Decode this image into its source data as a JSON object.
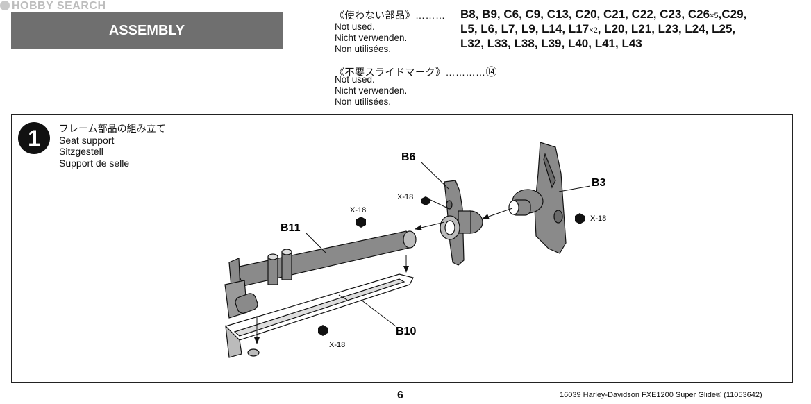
{
  "watermark": "HOBBY SEARCH",
  "header": {
    "title": "ASSEMBLY"
  },
  "not_used_1": {
    "jp": "《使わない部品》",
    "dots": "………",
    "en": "Not used.",
    "de": "Nicht verwenden.",
    "fr": "Non utilisées.",
    "parts_line1": "B8, B9, C6, C9, C13, C20, C21, C22, C23, C26",
    "parts_line1_mult": "×5",
    "parts_line1_end": ",C29,",
    "parts_line2a": "L5, L6, L7, L9, L14, L17",
    "parts_line2_mult": "×2",
    "parts_line2b": ", L20, L21, L23, L24, L25,",
    "parts_line3": "L32, L33, L38, L39, L40, L41, L43"
  },
  "not_used_2": {
    "jp": "《不要スライドマーク》",
    "dots": "…………",
    "number": "⑭",
    "en": "Not used.",
    "de": "Nicht verwenden.",
    "fr": "Non utilisées."
  },
  "step": {
    "number": "1",
    "jp": "フレーム部品の組み立て",
    "en": "Seat support",
    "de": "Sitzgestell",
    "fr": "Support de selle"
  },
  "diagram": {
    "labels": {
      "b6": "B6",
      "b3": "B3",
      "b11": "B11",
      "b10": "B10"
    },
    "screw_labels": {
      "s1": "X-18",
      "s2": "X-18",
      "s3": "X-18",
      "s4": "X-18"
    }
  },
  "footer": {
    "page": "6",
    "product": "16039  Harley-Davidson FXE1200 Super Glide® (11053642)"
  }
}
